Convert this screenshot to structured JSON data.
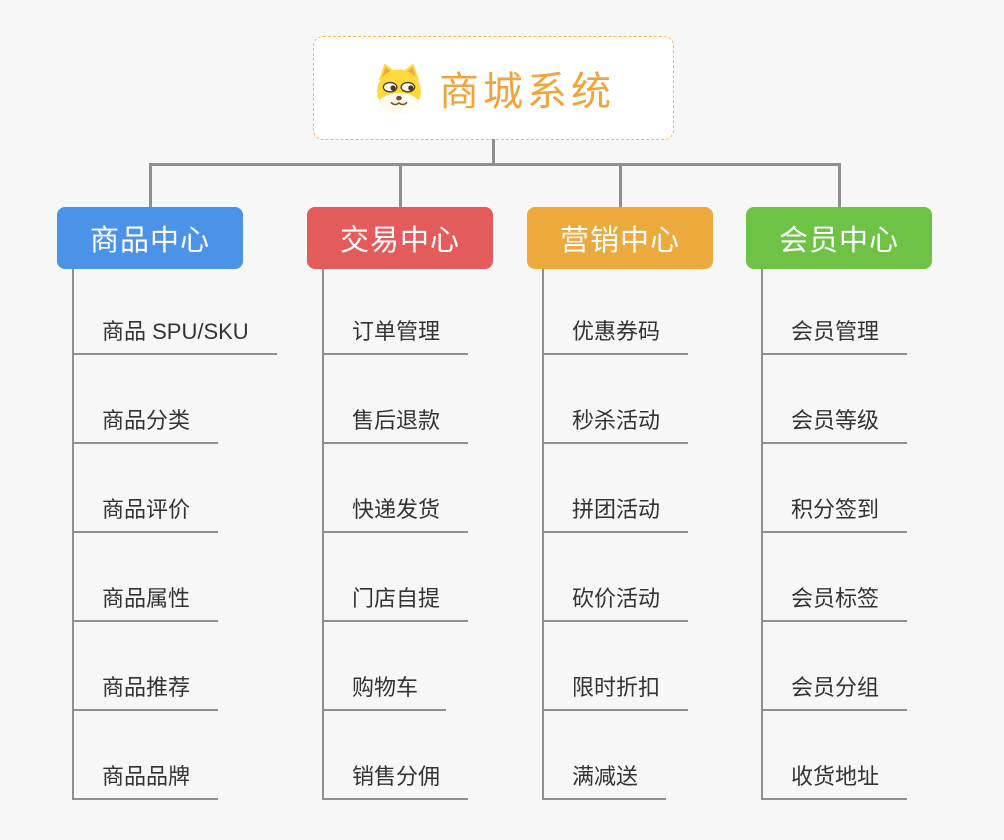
{
  "root": {
    "title": "商城系统",
    "icon": "dog-face-icon"
  },
  "branches": [
    {
      "id": "product-center",
      "label": "商品中心",
      "color": "#4b93e8",
      "children": [
        "商品 SPU/SKU",
        "商品分类",
        "商品评价",
        "商品属性",
        "商品推荐",
        "商品品牌"
      ]
    },
    {
      "id": "trade-center",
      "label": "交易中心",
      "color": "#e45b5b",
      "children": [
        "订单管理",
        "售后退款",
        "快递发货",
        "门店自提",
        "购物车",
        "销售分佣"
      ]
    },
    {
      "id": "marketing-center",
      "label": "营销中心",
      "color": "#ecaa3d",
      "children": [
        "优惠券码",
        "秒杀活动",
        "拼团活动",
        "砍价活动",
        "限时折扣",
        "满减送"
      ]
    },
    {
      "id": "member-center",
      "label": "会员中心",
      "color": "#6ec245",
      "children": [
        "会员管理",
        "会员等级",
        "积分签到",
        "会员标签",
        "会员分组",
        "收货地址"
      ]
    }
  ],
  "colors": {
    "background": "#f7f7f7",
    "connector": "#8f8f8f",
    "root_border": "#f3ba5c",
    "root_title": "#f2a43c",
    "item_text": "#333333"
  }
}
